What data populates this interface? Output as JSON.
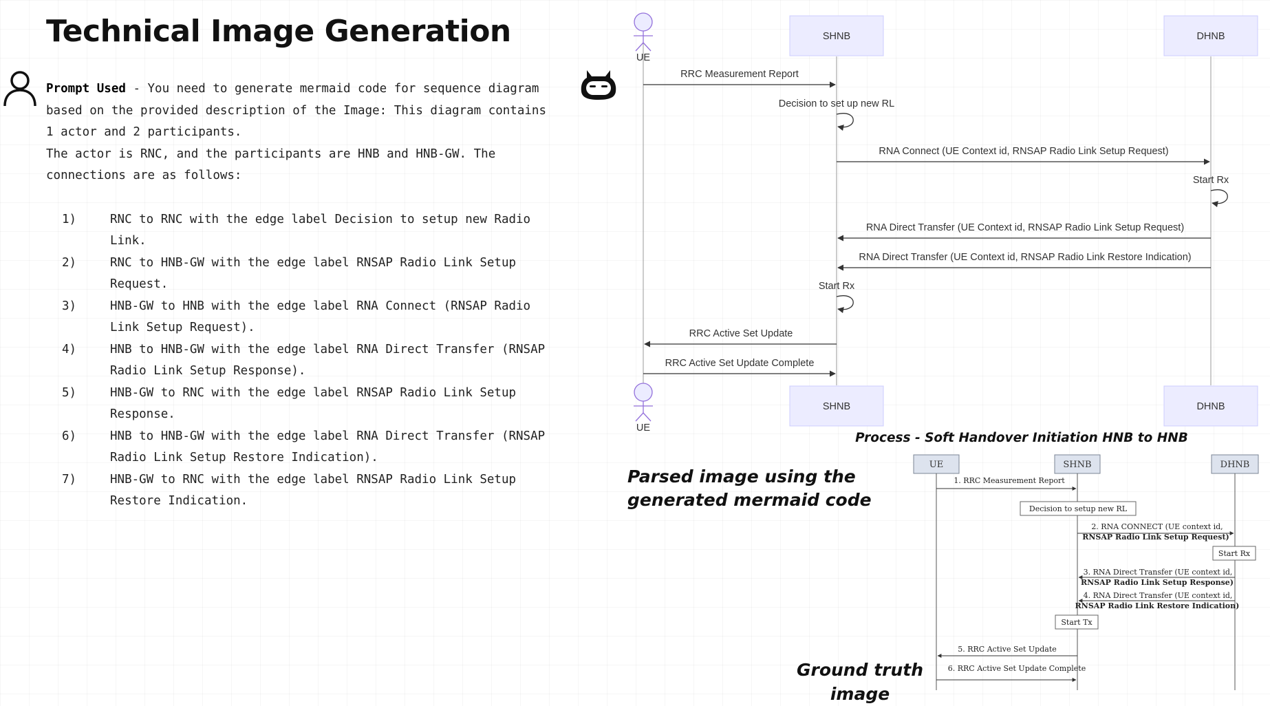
{
  "page": {
    "title": "Technical Image Generation"
  },
  "prompt": {
    "label": "Prompt Used",
    "separator": " - ",
    "intro": "You need to generate mermaid code for sequence diagram based on the provided description of the Image:  This diagram contains 1 actor and 2 participants.",
    "line2": "The actor is RNC, and the participants are HNB and HNB-GW. The connections are as follows:",
    "steps": [
      {
        "num": "1)",
        "text": "RNC to RNC with the edge label Decision to setup new Radio Link."
      },
      {
        "num": "2)",
        "text": "RNC to HNB-GW with the edge label RNSAP Radio Link Setup Request."
      },
      {
        "num": "3)",
        "text": "HNB-GW to HNB with the edge label RNA Connect (RNSAP Radio Link Setup Request)."
      },
      {
        "num": "4)",
        "text": "HNB to HNB-GW with the edge label RNA Direct Transfer (RNSAP Radio Link Setup Response)."
      },
      {
        "num": "5)",
        "text": "HNB-GW to RNC with the edge label RNSAP Radio Link Setup Response."
      },
      {
        "num": "6)",
        "text": "HNB to HNB-GW with the edge label RNA Direct Transfer (RNSAP Radio Link Setup Restore Indication)."
      },
      {
        "num": "7)",
        "text": "HNB-GW to RNC with the edge label RNSAP Radio Link Setup Restore Indication."
      }
    ]
  },
  "generated_diagram": {
    "actor": "UE",
    "participants": [
      "SHNB",
      "DHNB"
    ],
    "messages": [
      "RRC Measurement Report",
      "Decision to set up new RL",
      "RNA Connect (UE Context id, RNSAP Radio Link Setup Request)",
      "Start Rx",
      "RNA Direct Transfer (UE Context id, RNSAP Radio Link Setup Request)",
      "RNA Direct Transfer (UE Context id, RNSAP Radio Link Restore Indication)",
      "Start Rx",
      "RRC Active Set Update",
      "RRC Active Set Update Complete"
    ],
    "caption": "Parsed image using the generated mermaid code"
  },
  "ground_truth": {
    "title": "Process - Soft Handover Initiation HNB to HNB",
    "participants": [
      "UE",
      "SHNB",
      "DHNB"
    ],
    "msg1": "1. RRC Measurement Report",
    "note_decision": "Decision to setup new RL",
    "msg2_a": "2. RNA CONNECT (UE context id,",
    "msg2_b": "RNSAP Radio Link Setup Request)",
    "note_start_rx": "Start Rx",
    "msg3_a": "3. RNA Direct Transfer (UE context id,",
    "msg3_b": "RNSAP Radio Link Setup Response)",
    "msg4_a": "4. RNA Direct Transfer (UE context id,",
    "msg4_b": "RNSAP Radio Link Restore Indication)",
    "note_start_tx": "Start Tx",
    "msg5": "5. RRC Active Set Update",
    "msg6": "6. RRC Active Set Update Complete",
    "caption": "Ground truth image"
  }
}
